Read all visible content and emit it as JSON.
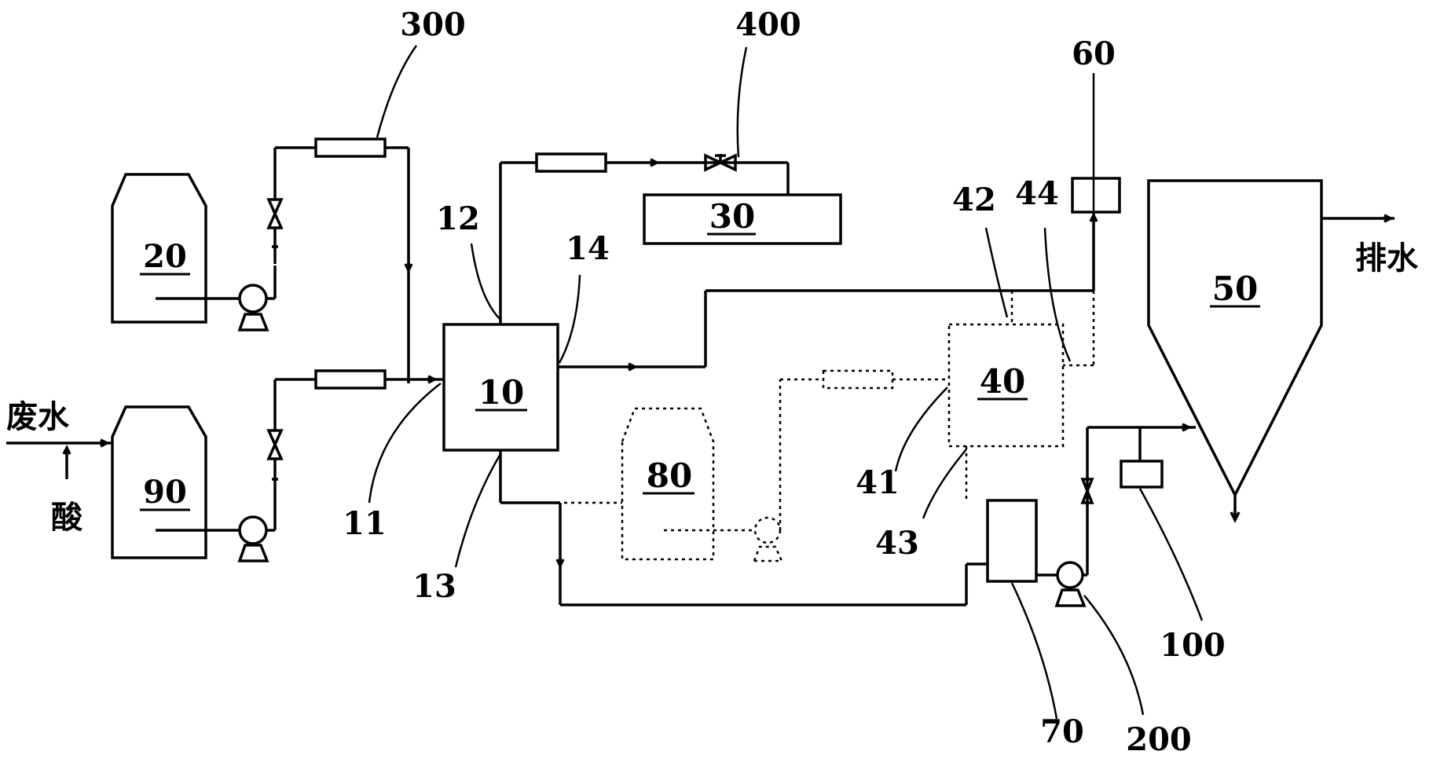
{
  "units": {
    "u10": "10",
    "u20": "20",
    "u30": "30",
    "u40": "40",
    "u50": "50",
    "u80": "80",
    "u90": "90"
  },
  "refs": {
    "r11": "11",
    "r12": "12",
    "r13": "13",
    "r14": "14",
    "r41": "41",
    "r42": "42",
    "r43": "43",
    "r44": "44",
    "r60": "60",
    "r70": "70",
    "r100": "100",
    "r200": "200",
    "r300": "300",
    "r400": "400"
  },
  "text": {
    "wastewater": "废水",
    "acid": "酸",
    "drain": "排水"
  }
}
